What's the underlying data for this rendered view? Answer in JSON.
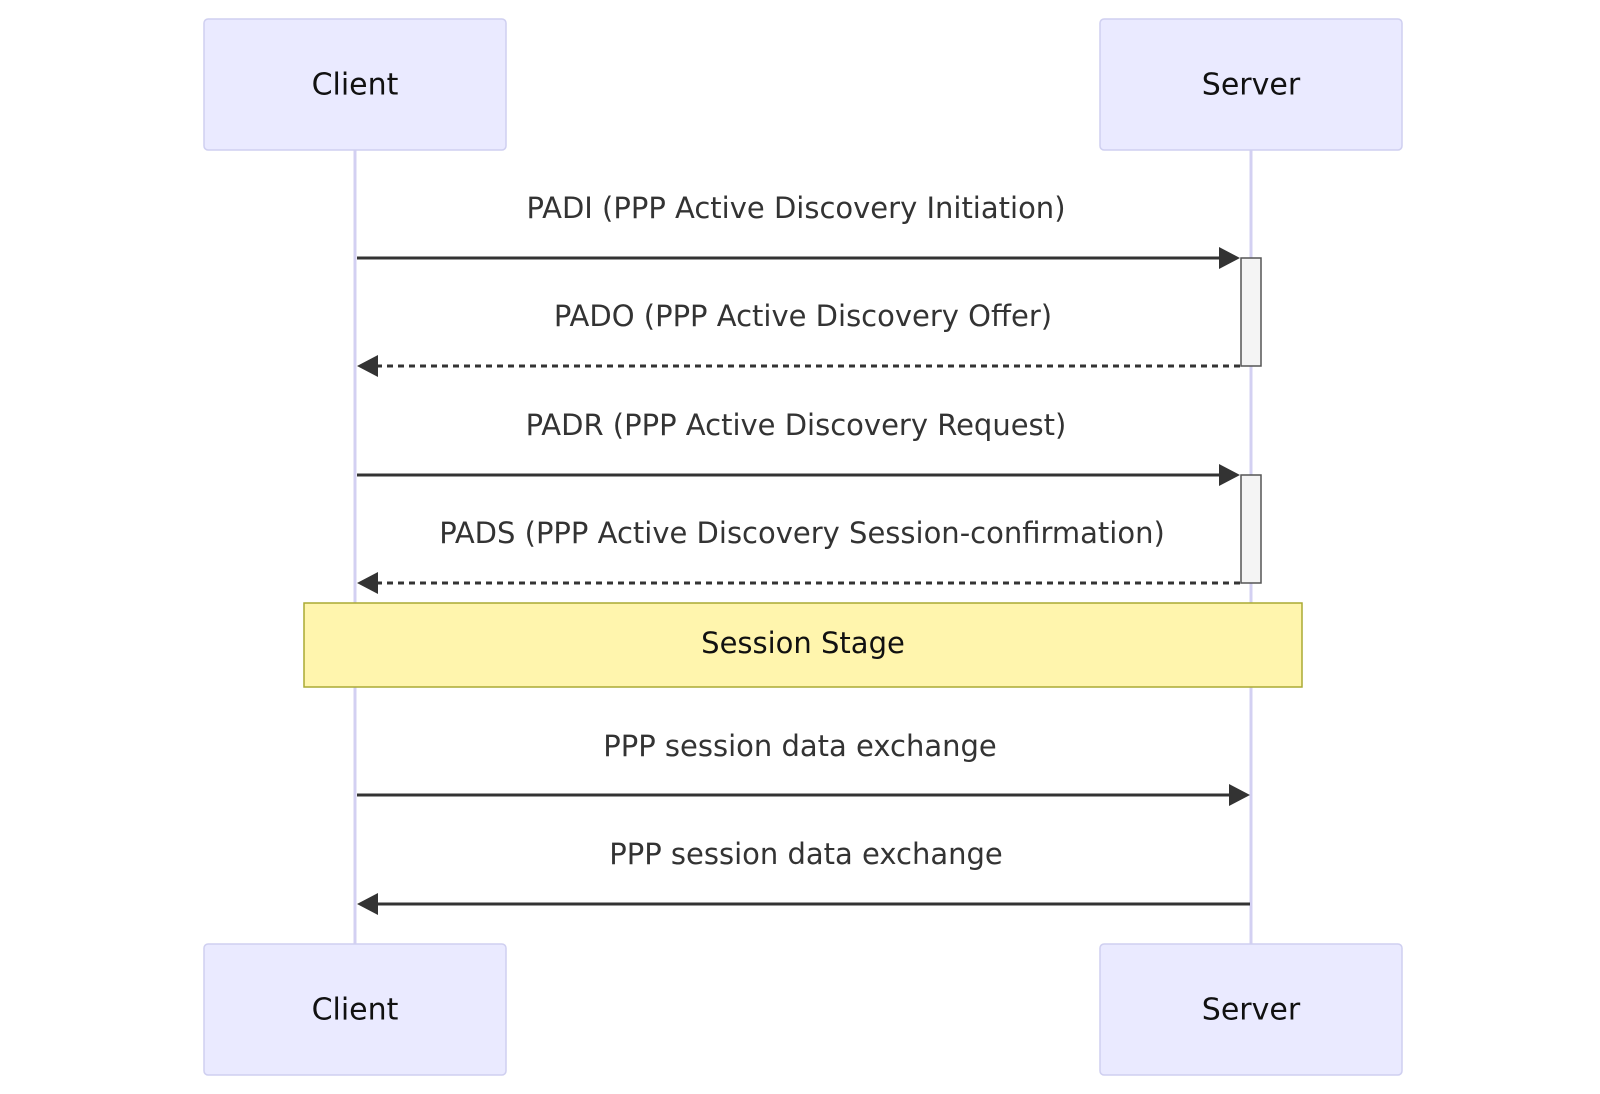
{
  "participants": {
    "client": {
      "label": "Client"
    },
    "server": {
      "label": "Server"
    }
  },
  "messages": [
    {
      "from": "client",
      "to": "server",
      "style": "solid",
      "label": "PADI (PPP Active Discovery Initiation)"
    },
    {
      "from": "server",
      "to": "client",
      "style": "dashed",
      "label": "PADO (PPP Active Discovery Offer)"
    },
    {
      "from": "client",
      "to": "server",
      "style": "solid",
      "label": "PADR (PPP Active Discovery Request)"
    },
    {
      "from": "server",
      "to": "client",
      "style": "dashed",
      "label": "PADS (PPP Active Discovery Session-confirmation)"
    },
    {
      "from": "client",
      "to": "server",
      "style": "solid",
      "label": "PPP session data exchange"
    },
    {
      "from": "server",
      "to": "client",
      "style": "solid",
      "label": "PPP session data exchange"
    }
  ],
  "note": {
    "label": "Session Stage"
  },
  "colors": {
    "actor_fill": "#eaeaff",
    "actor_border": "#cfcff0",
    "lifeline": "#d3d0f2",
    "message": "#333333",
    "note_fill": "#fff5ad",
    "note_border": "#aaaa33",
    "activation_fill": "#f4f4f4"
  }
}
